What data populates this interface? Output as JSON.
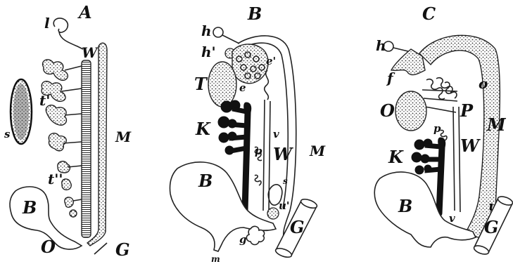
{
  "panels": [
    {
      "id": "A",
      "title": "A",
      "labels": {
        "l": "l",
        "W": "W",
        "s": "s",
        "t_prime": "t'",
        "t_dprime": "t''",
        "M": "M",
        "B": "B",
        "O": "O",
        "G": "G"
      }
    },
    {
      "id": "B",
      "title": "B",
      "labels": {
        "h": "h",
        "h_prime": "h'",
        "T": "T",
        "e_prime": "e'",
        "e": "e",
        "M": "M",
        "K": "K",
        "v": "v",
        "W": "W",
        "p": "p",
        "s": "s",
        "B": "B",
        "u_prime": "u'",
        "G": "G",
        "g": "g",
        "m": "m"
      }
    },
    {
      "id": "C",
      "title": "C",
      "labels": {
        "h": "h",
        "f": "f",
        "o": "o",
        "O": "O",
        "P": "P",
        "M": "M",
        "p": "p",
        "K": "K",
        "W": "W",
        "B": "B",
        "u": "u",
        "v": "v",
        "G": "G"
      }
    }
  ],
  "colors": {
    "ink": "#222222",
    "paper": "#ffffff"
  }
}
